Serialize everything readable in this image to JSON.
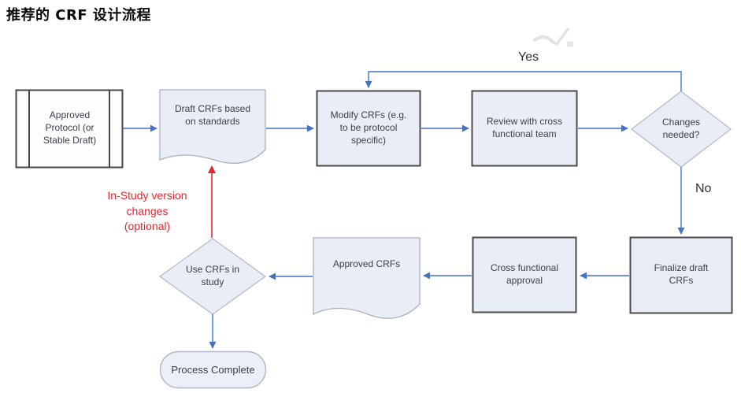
{
  "title": "推荐的 CRF 设计流程",
  "diagram": {
    "nodes": [
      {
        "id": "approved-protocol",
        "shape": "predefined-process",
        "label": "Approved\nProtocol (or\nStable Draft)"
      },
      {
        "id": "draft-crfs",
        "shape": "document",
        "label": "Draft CRFs based\non standards"
      },
      {
        "id": "modify-crfs",
        "shape": "process",
        "label": "Modify CRFs (e.g.\nto be protocol\nspecific)"
      },
      {
        "id": "review-team",
        "shape": "process",
        "label": "Review with cross\nfunctional team"
      },
      {
        "id": "changes-needed",
        "shape": "decision",
        "label": "Changes\nneeded?"
      },
      {
        "id": "finalize-draft",
        "shape": "process",
        "label": "Finalize draft\nCRFs"
      },
      {
        "id": "cross-approval",
        "shape": "process",
        "label": "Cross functional\napproval"
      },
      {
        "id": "approved-crfs",
        "shape": "document",
        "label": "Approved CRFs"
      },
      {
        "id": "use-crfs",
        "shape": "decision",
        "label": "Use CRFs in\nstudy"
      },
      {
        "id": "process-complete",
        "shape": "terminator",
        "label": "Process Complete"
      }
    ],
    "edges": [
      {
        "from": "approved-protocol",
        "to": "draft-crfs",
        "label": ""
      },
      {
        "from": "draft-crfs",
        "to": "modify-crfs",
        "label": ""
      },
      {
        "from": "modify-crfs",
        "to": "review-team",
        "label": ""
      },
      {
        "from": "review-team",
        "to": "changes-needed",
        "label": ""
      },
      {
        "from": "changes-needed",
        "to": "modify-crfs",
        "label": "Yes"
      },
      {
        "from": "changes-needed",
        "to": "finalize-draft",
        "label": "No"
      },
      {
        "from": "finalize-draft",
        "to": "cross-approval",
        "label": ""
      },
      {
        "from": "cross-approval",
        "to": "approved-crfs",
        "label": ""
      },
      {
        "from": "approved-crfs",
        "to": "use-crfs",
        "label": ""
      },
      {
        "from": "use-crfs",
        "to": "process-complete",
        "label": ""
      },
      {
        "from": "use-crfs",
        "to": "draft-crfs",
        "label": "In-Study version changes (optional)",
        "style": "red"
      }
    ],
    "annotation": {
      "text": "In-Study version\nchanges\n(optional)",
      "color": "#e8252e"
    },
    "colors": {
      "connector_blue": "#4472c4",
      "annotation_red": "#e8252e",
      "node_fill": "#e9edf6",
      "terminator_fill": "#eceff7",
      "process_border": "#4c4c4c",
      "soft_border": "#b2b9c6",
      "node_text": "#39404c",
      "watermark_gray": "#e3e3e3"
    },
    "watermark_icon": "check-mark-watermark"
  }
}
